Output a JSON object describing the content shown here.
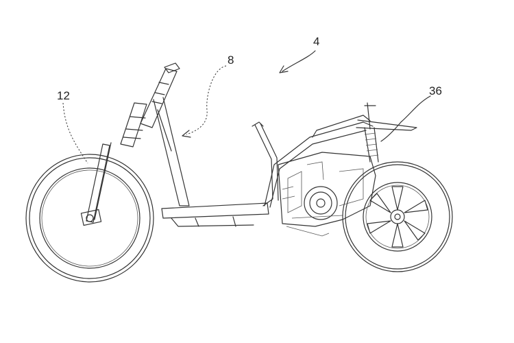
{
  "figure": {
    "reference_numerals": {
      "front_wheel": "12",
      "frame": "8",
      "vehicle": "4",
      "rear_suspension": "36"
    }
  }
}
